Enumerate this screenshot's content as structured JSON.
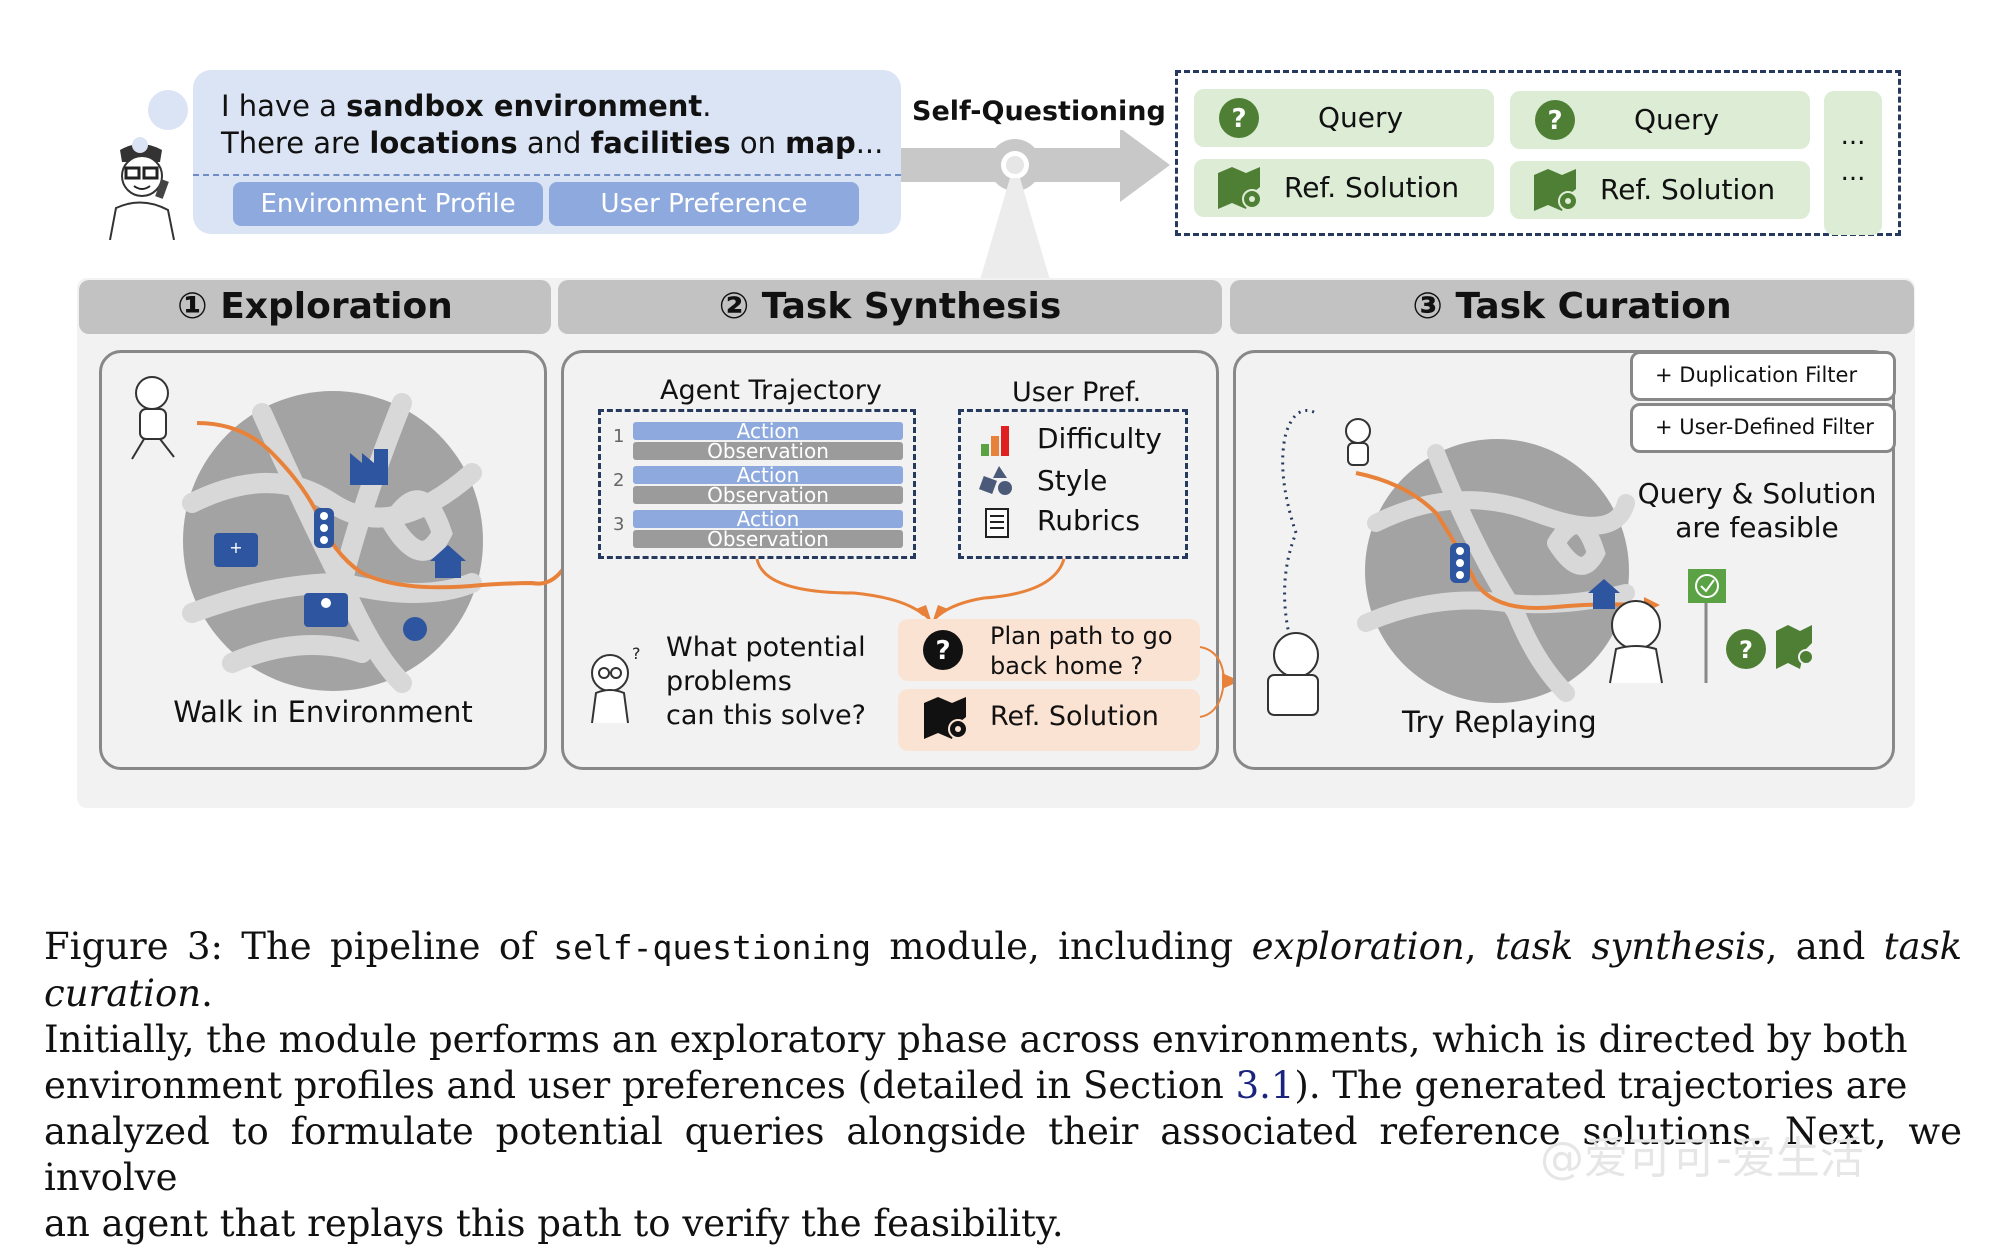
{
  "prompt": {
    "line1": {
      "pre": "I have a ",
      "bold": "sandbox environment",
      "post": "."
    },
    "line2": {
      "p1": "There are ",
      "b1": "locations",
      "p2": " and ",
      "b2": "facilities",
      "p3": " on ",
      "b3": "map",
      "p4": "..."
    },
    "pills": [
      "Environment Profile",
      "User Preference"
    ]
  },
  "arrow_label": "Self-Questioning",
  "outputs": {
    "columns": [
      {
        "query": "Query",
        "solution": "Ref. Solution"
      },
      {
        "query": "Query",
        "solution": "Ref. Solution"
      }
    ],
    "ellipsis": [
      "...",
      "..."
    ]
  },
  "stages": [
    {
      "number": "①",
      "title": "Exploration"
    },
    {
      "number": "②",
      "title": "Task Synthesis"
    },
    {
      "number": "③",
      "title": "Task Curation"
    }
  ],
  "exploration": {
    "caption": "Walk in Environment",
    "icons": [
      "factory-icon",
      "hospital-icon",
      "school-icon",
      "traffic-light-icon",
      "home-icon",
      "apple-icon"
    ]
  },
  "synthesis": {
    "trajectory_title": "Agent Trajectory",
    "steps": [
      {
        "n": "1",
        "action": "Action",
        "observation": "Observation"
      },
      {
        "n": "2",
        "action": "Action",
        "observation": "Observation"
      },
      {
        "n": "3",
        "action": "Action",
        "observation": "Observation"
      }
    ],
    "pref_title": "User Pref.",
    "prefs": [
      "Difficulty",
      "Style",
      "Rubrics"
    ],
    "question": [
      "What potential",
      "problems",
      "can this solve?"
    ],
    "query_text": [
      "Plan path to go",
      "back home ?"
    ],
    "solution_text": "Ref. Solution"
  },
  "curation": {
    "filters": [
      "+ Duplication Filter",
      "+ User-Defined Filter"
    ],
    "feasible": [
      "Query & Solution",
      "are feasible"
    ],
    "caption": "Try Replaying"
  },
  "colors": {
    "accent_orange": "#e8823a",
    "green": "#4e7f35",
    "blue_icon": "#2e56a0",
    "dash_navy": "#253a5e"
  },
  "figure_caption": {
    "l1": {
      "a": "Figure 3: The pipeline of ",
      "mono": "self-questioning",
      "b": " module, including ",
      "i1": "exploration",
      "c": ", ",
      "i2": "task synthesis",
      "d": ", and ",
      "i3": "task curation",
      "e": "."
    },
    "l2": "Initially, the module performs an exploratory phase across environments, which is directed by both",
    "l3": {
      "a": "environment profiles and user preferences (detailed in Section ",
      "ref": "3.1",
      "b": ").  The generated trajectories are"
    },
    "l4": "analyzed to formulate potential queries alongside their associated reference solutions. Next, we involve",
    "l5": "an agent that replays this path to verify the feasibility."
  },
  "watermark": "@爱可可-爱生活"
}
